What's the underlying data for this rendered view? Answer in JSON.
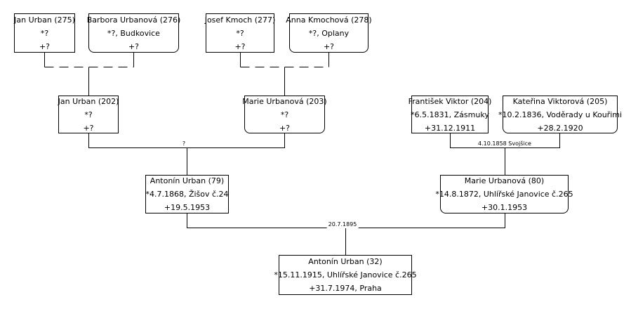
{
  "persons": {
    "p275": {
      "name": "Jan Urban (275)",
      "birth": "*?",
      "death": "+?"
    },
    "p276": {
      "name": "Barbora  Urbanová (276)",
      "birth": "*?, Budkovice",
      "death": "+?"
    },
    "p277": {
      "name": "Josef Kmoch (277)",
      "birth": "*?",
      "death": "+?"
    },
    "p278": {
      "name": "Anna Kmochová (278)",
      "birth": "*?, Oplany",
      "death": "+?"
    },
    "p202": {
      "name": "Jan Urban (202)",
      "birth": "*?",
      "death": "+?"
    },
    "p203": {
      "name": "Marie Urbanová (203)",
      "birth": "*?",
      "death": "+?"
    },
    "p204": {
      "name": "František Viktor (204)",
      "birth": "*6.5.1831, Zásmuky",
      "death": "+31.12.1911"
    },
    "p205": {
      "name": "Kateřina Viktorová (205)",
      "birth": "*10.2.1836, Voděrady u Kouřimi",
      "death": "+28.2.1920"
    },
    "p79": {
      "name": "Antonín Urban (79)",
      "birth": "*4.7.1868, Žišov č.24",
      "death": "+19.5.1953"
    },
    "p80": {
      "name": "Marie Urbanová (80)",
      "birth": "*14.8.1872, Uhlířské Janovice č.265",
      "death": "+30.1.1953"
    },
    "p32": {
      "name": "Antonín Urban (32)",
      "birth": "*15.11.1915, Uhlířské Janovice č.265",
      "death": "+31.7.1974, Praha"
    }
  },
  "marriages": {
    "m202_203": "?",
    "m204_205": "4.10.1858 Svojšice",
    "m79_80": "20.7.1895"
  }
}
